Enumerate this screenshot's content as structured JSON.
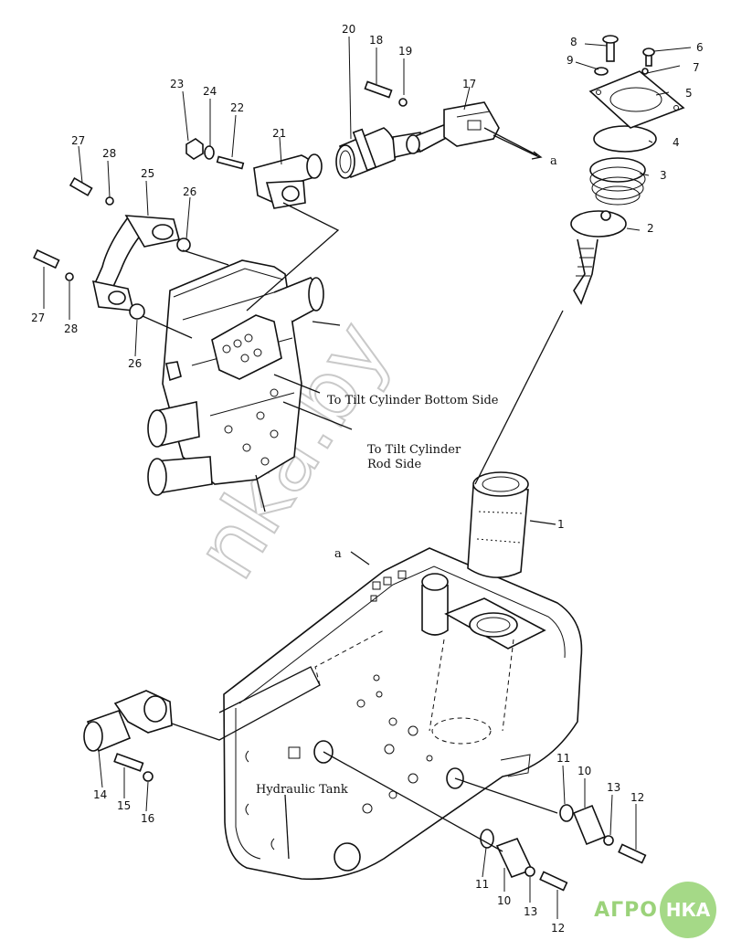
{
  "callouts": {
    "n1": "1",
    "n2": "2",
    "n3": "3",
    "n4": "4",
    "n5": "5",
    "n6": "6",
    "n7": "7",
    "n8": "8",
    "n9": "9",
    "n10a": "10",
    "n10b": "10",
    "n11a": "11",
    "n11b": "11",
    "n12a": "12",
    "n12b": "12",
    "n13a": "13",
    "n13b": "13",
    "n14": "14",
    "n15": "15",
    "n16": "16",
    "n17": "17",
    "n18": "18",
    "n19": "19",
    "n20": "20",
    "n21": "21",
    "n22": "22",
    "n23": "23",
    "n24": "24",
    "n25": "25",
    "n26a": "26",
    "n26b": "26",
    "n27a": "27",
    "n27b": "27",
    "n28a": "28",
    "n28b": "28"
  },
  "labels": {
    "tilt_bottom": "To Tilt Cylinder Bottom Side",
    "tilt_rod_1": "To Tilt Cylinder",
    "tilt_rod_2": "Rod Side",
    "tank": "Hydraulic Tank",
    "ref_a_top": "a",
    "ref_a_tank": "a"
  },
  "watermark": "nka.by",
  "logo": {
    "left": "АГРО",
    "right": "НКА",
    "color": "#a5d987"
  }
}
